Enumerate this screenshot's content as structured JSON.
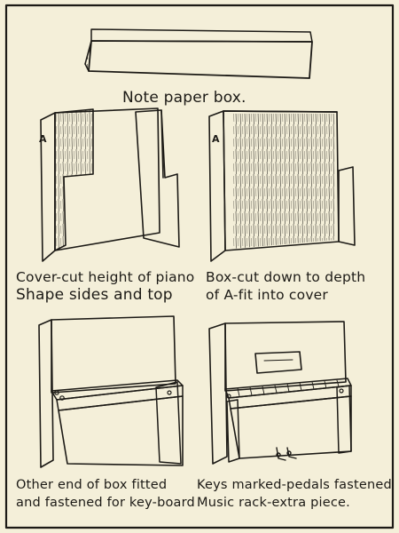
{
  "captions": {
    "top": "Note paper box.",
    "cover_line1": "Cover-cut height of piano",
    "cover_line2": "Shape sides and top",
    "box_line1": "Box-cut down to depth",
    "box_line2": "of A-fit into cover",
    "other_line1": "Other end of box fitted",
    "other_line2": "and fastened for key-board",
    "keys_line1": "Keys marked-pedals fastened",
    "keys_line2": "Music rack-extra piece."
  },
  "labels": {
    "cover_a": "A",
    "box_a": "A"
  },
  "colors": {
    "paper": "#f4efd9",
    "ink": "#1c1a16"
  }
}
